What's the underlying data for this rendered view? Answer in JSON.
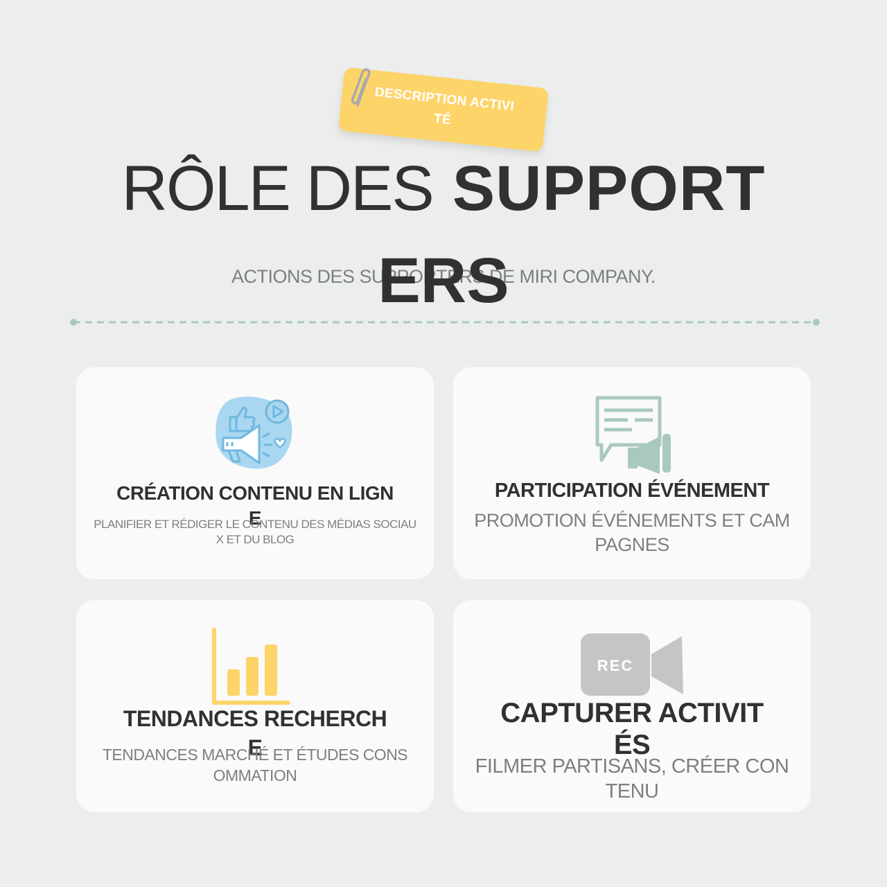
{
  "header": {
    "tag_label": "DESCRIPTION ACTIVITÉ",
    "title_light": "RÔLE DES",
    "title_bold_line1": "SUPPORT",
    "title_bold_line2": "ERS",
    "subtitle": "ACTIONS DES SUPPORTERS DE MIRI COMPANY."
  },
  "colors": {
    "background": "#eceeed",
    "tag": "#fdd46a",
    "divider": "#a9c9bd",
    "icon_blue": "#a9d7f1",
    "icon_green": "#a9c9bd",
    "icon_yellow": "#fdd46a",
    "icon_gray": "#c4c6c5"
  },
  "cards": [
    {
      "icon": "social-media-megaphone-icon",
      "title": "CRÉATION CONTENU EN LIGNE",
      "description": "PLANIFIER ET RÉDIGER LE CONTENU DES MÉDIAS SOCIAUX ET DU BLOG"
    },
    {
      "icon": "announcement-board-icon",
      "title": "PARTICIPATION ÉVÉNEMENT",
      "description": "PROMOTION ÉVÉNEMENTS ET CAMPAGNES"
    },
    {
      "icon": "bar-chart-icon",
      "title": "TENDANCES RECHERCHE",
      "description": "TENDANCES MARCHÉ ET ÉTUDES CONSOMMATION"
    },
    {
      "icon": "video-camera-icon",
      "icon_label": "REC",
      "title": "CAPTURER ACTIVITÉS",
      "description": "FILMER PARTISANS, CRÉER CONTENU"
    }
  ]
}
